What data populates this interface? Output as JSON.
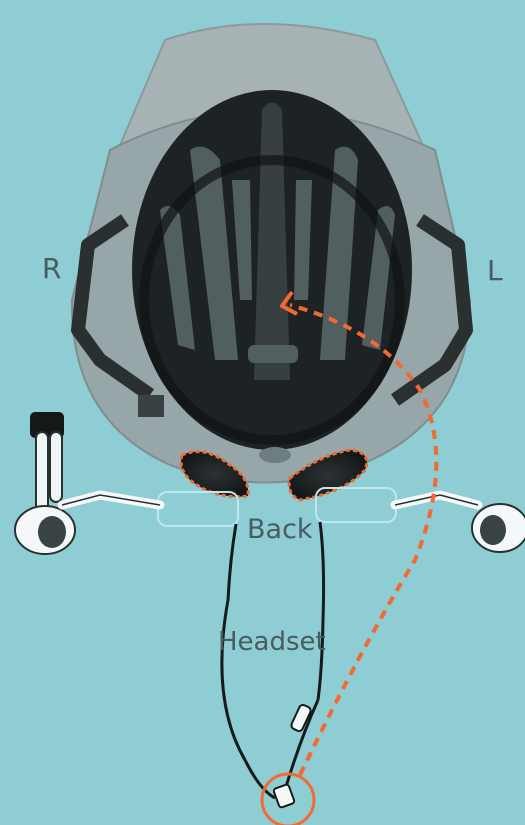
{
  "labels": {
    "right": "R",
    "left": "L",
    "back": "Back",
    "headset": "Headset"
  },
  "colors": {
    "background": "#8ecdd3",
    "helmet_shell": "#9aa9ab",
    "helmet_interior": "#1f2526",
    "accent_dashed": "#f26a32",
    "outline": "#4a5b60",
    "cable": "#161a1b"
  },
  "icons": [
    "helmet-illustration",
    "earbud-right-icon",
    "earbud-left-icon",
    "inline-connector-icon",
    "plug-icon"
  ]
}
